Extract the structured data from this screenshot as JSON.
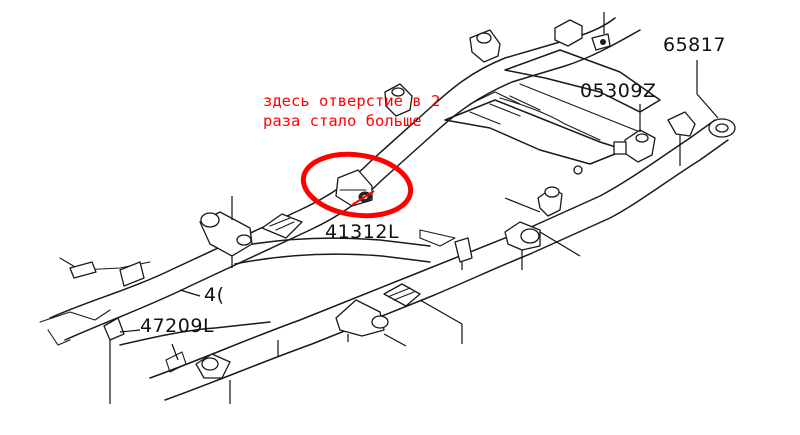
{
  "part_labels": {
    "p65817": "65817",
    "p05309z": "05309Z",
    "p41312l": "41312L",
    "p47209l": "47209L",
    "p4_partial": "4("
  },
  "annotation": {
    "line1": "здесь отверстие в 2",
    "line2": "раза стало больше",
    "color": "#ff0000"
  },
  "colors": {
    "line": "#1a1a1a",
    "highlight": "#ff0000",
    "background": "#ffffff"
  }
}
